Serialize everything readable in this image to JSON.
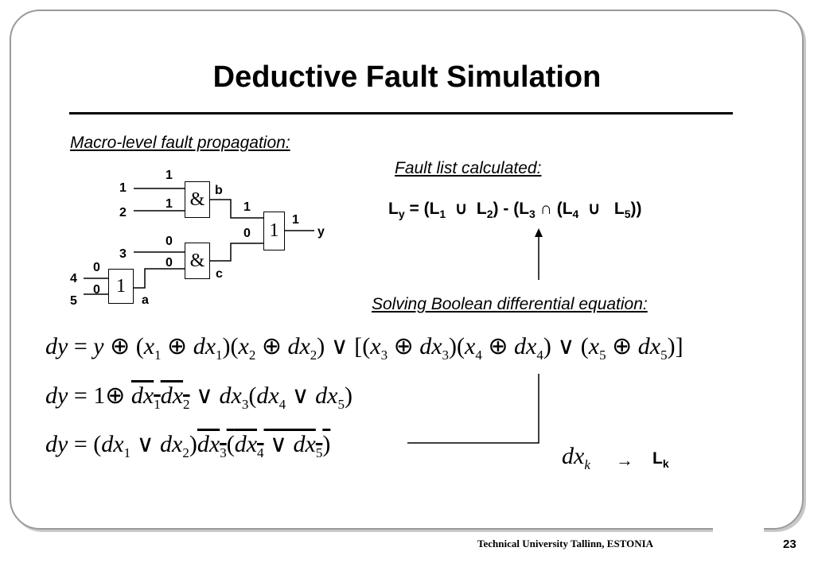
{
  "slide": {
    "title": "Deductive Fault Simulation",
    "macro_heading": "Macro-level fault propagation:",
    "fault_list_heading": "Fault list calculated:",
    "solving_heading": "Solving Boolean differential equation:",
    "footer": "Technical University Tallinn, ESTONIA",
    "page_number": "23"
  },
  "circuit": {
    "gate_and_top": "&",
    "gate_or_right": "1",
    "gate_and_mid": "&",
    "gate_or_bottom": "1",
    "in_1_name": "1",
    "in_2_name": "2",
    "in_3_name": "3",
    "in_4_name": "4",
    "in_5_name": "5",
    "val_1": "1",
    "val_2": "1",
    "val_3": "0",
    "val_4": "0",
    "val_5": "0",
    "val_a": "0",
    "val_b": "1",
    "val_c": "0",
    "val_y": "1",
    "net_a": "a",
    "net_b": "b",
    "net_c": "c",
    "net_y": "y"
  },
  "fault_list": {
    "L": "L",
    "y": "y",
    "eq": "=",
    "p1": "(",
    "i1": "1",
    "union1": "∪",
    "i2": "2",
    "minus": ") - (",
    "i3": "3",
    "intersect": "∩",
    "p2": "(",
    "i4": "4",
    "union2": "∪",
    "i5": "5",
    "close": "))"
  },
  "equations": {
    "dxk_label": "dx",
    "k": "k",
    "arrow": "→",
    "Lk_L": "L",
    "Lk_k": "k"
  }
}
